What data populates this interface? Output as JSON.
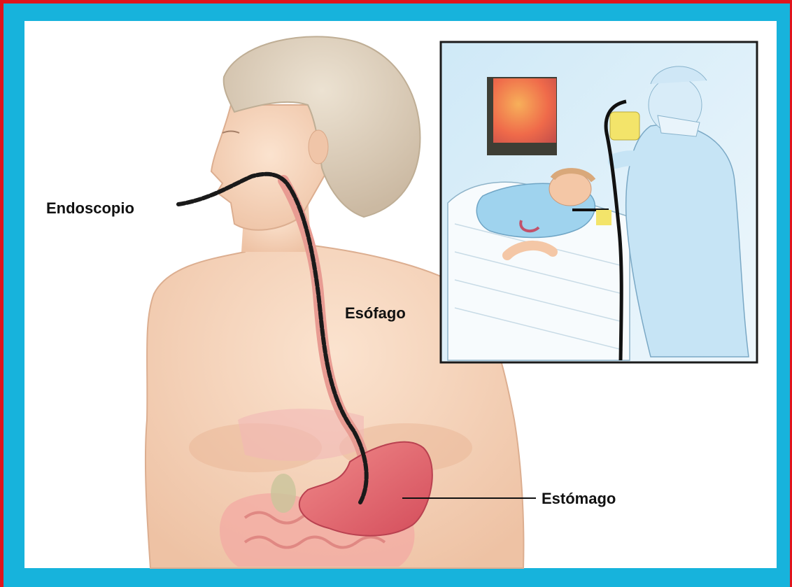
{
  "labels": {
    "endoscope": "Endoscopio",
    "esophagus": "Esófago",
    "stomach": "Estómago"
  },
  "colors": {
    "outer_border": "#e1141c",
    "frame": "#17b3dc",
    "background": "#ffffff"
  }
}
